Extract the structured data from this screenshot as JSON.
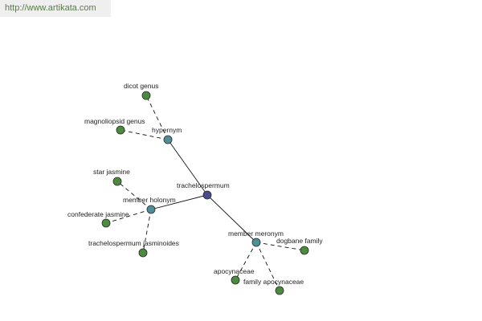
{
  "watermark": {
    "url_text": "http://www.artikata.com"
  },
  "colors": {
    "center": "#4a4a90",
    "relation": "#4e8e96",
    "leaf": "#4c8a3e"
  },
  "graph": {
    "center": {
      "id": "center",
      "label": "trachelospermum"
    },
    "relations": [
      {
        "id": "hypernym",
        "label": "hypernym",
        "leaves": [
          {
            "id": "dicot-genus",
            "label": "dicot genus"
          },
          {
            "id": "magnoliopsid-genus",
            "label": "magnoliopsid genus"
          }
        ]
      },
      {
        "id": "member-holonym",
        "label": "member holonym",
        "leaves": [
          {
            "id": "star-jasmine",
            "label": "star jasmine"
          },
          {
            "id": "confederate-jasmine",
            "label": "confederate jasmine"
          },
          {
            "id": "trachelospermum-jasminoides",
            "label": "trachelospermum jasminoides"
          }
        ]
      },
      {
        "id": "member-meronym",
        "label": "member meronym",
        "leaves": [
          {
            "id": "dogbane-family",
            "label": "dogbane family"
          },
          {
            "id": "apocynaceae",
            "label": "apocynaceae"
          },
          {
            "id": "family-apocynaceae",
            "label": "family apocynaceae"
          }
        ]
      }
    ]
  }
}
